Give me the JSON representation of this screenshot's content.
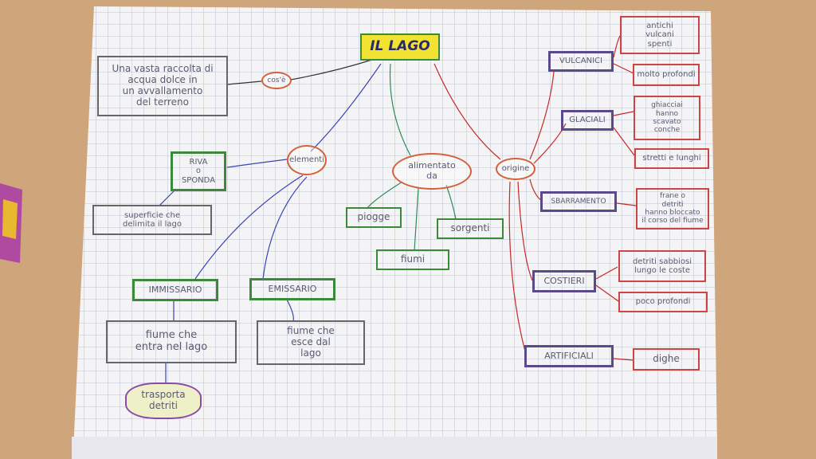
{
  "title": "IL LAGO",
  "definition": {
    "link": "cos'è",
    "text": "Una vasta raccolta di\nacqua dolce in\nun avvallamento\ndel terreno"
  },
  "elements": {
    "link": "elementi",
    "riva": "RIVA\no\nSPONDA",
    "riva_desc": "superficie che\ndelimita il lago",
    "immissario": "IMMISSARIO",
    "immissario_desc": "fiume che\nentra nel lago",
    "immissario_note": "trasporta\ndetriti",
    "emissario": "EMISSARIO",
    "emissario_desc": "fiume che\nesce dal\nlago"
  },
  "feeding": {
    "link": "alimentato\nda",
    "items": [
      "piogge",
      "fiumi",
      "sorgenti"
    ]
  },
  "origin": {
    "link": "origine",
    "types": [
      {
        "name": "VULCANICI",
        "details": [
          "antichi\nvulcani\nspenti",
          "molto profondi"
        ]
      },
      {
        "name": "GLACIALI",
        "details": [
          "ghiacciai\nhanno\nscavato\nconche",
          "stretti e lunghi"
        ]
      },
      {
        "name": "SBARRAMENTO",
        "details": [
          "frane o\ndetriti\nhanno bloccato\nil corso del fiume"
        ]
      },
      {
        "name": "COSTIERI",
        "details": [
          "detriti sabbiosi\nlungo le coste",
          "poco profondi"
        ]
      },
      {
        "name": "ARTIFICIALI",
        "details": [
          "dighe"
        ]
      }
    ]
  },
  "colors": {
    "title_fill": "#f2e332",
    "line_blue": "#3a45b0",
    "line_red": "#c62828",
    "line_green": "#2e8b57",
    "box_green": "#3a8a3a",
    "box_purple": "#5a4a8a"
  }
}
